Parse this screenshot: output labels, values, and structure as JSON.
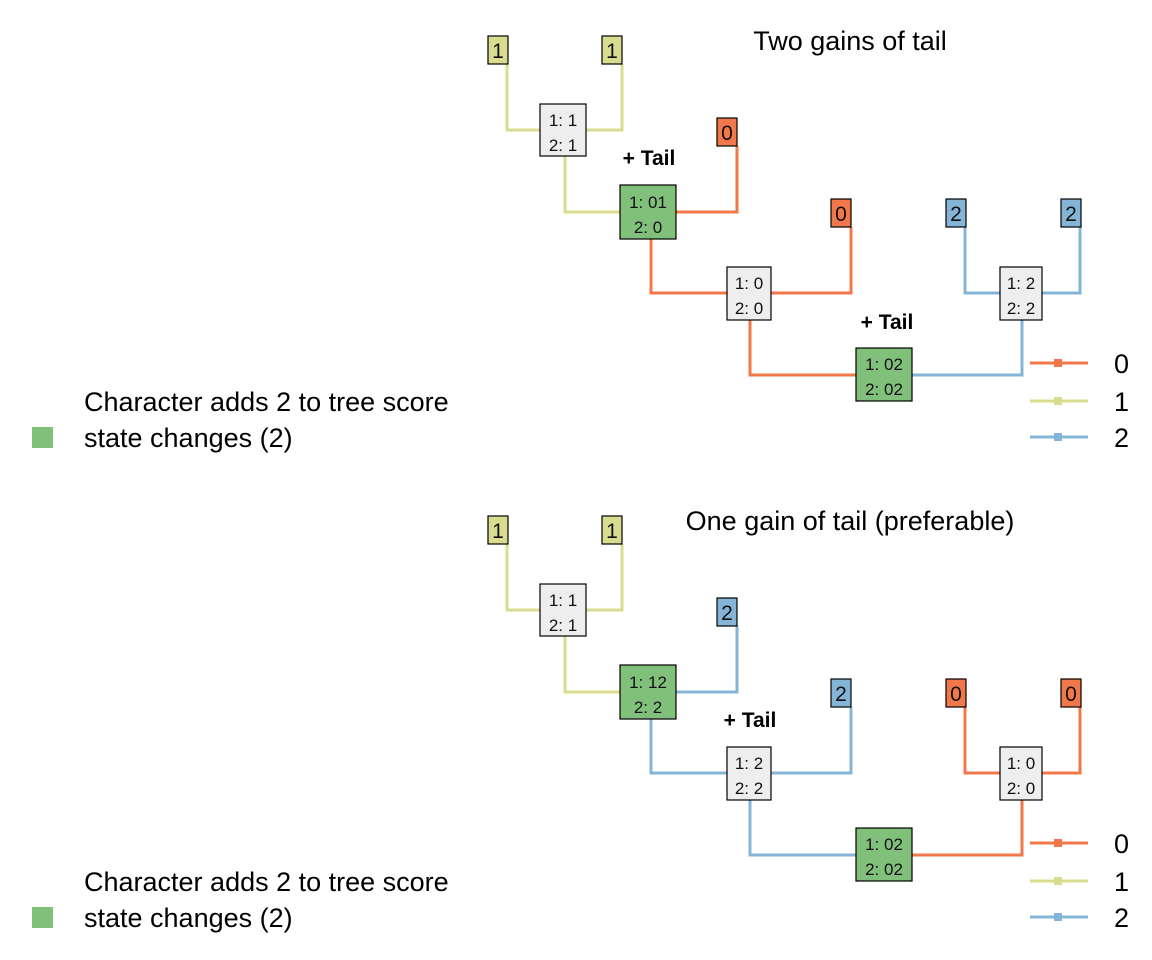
{
  "colors": {
    "state0": "#f0784b",
    "state1": "#d9dc8f",
    "state2": "#84b5d7",
    "highlight": "#80c07a",
    "neutral": "#eeeeee"
  },
  "panels": [
    {
      "title": "Two gains of tail",
      "leaves": [
        {
          "label": "1",
          "state": "1"
        },
        {
          "label": "1",
          "state": "1"
        },
        {
          "label": "0",
          "state": "0"
        },
        {
          "label": "0",
          "state": "0"
        },
        {
          "label": "2",
          "state": "2"
        },
        {
          "label": "2",
          "state": "2"
        }
      ],
      "nodes": [
        {
          "line1": "1: 1",
          "line2": "2: 1",
          "highlight": false
        },
        {
          "line1": "1: 01",
          "line2": "2: 0",
          "highlight": true
        },
        {
          "line1": "1: 0",
          "line2": "2: 0",
          "highlight": false
        },
        {
          "line1": "1: 02",
          "line2": "2: 02",
          "highlight": true
        },
        {
          "line1": "1: 2",
          "line2": "2: 2",
          "highlight": false
        }
      ],
      "annotations": [
        "+ Tail",
        "+ Tail"
      ],
      "score": {
        "line1": "Character adds 2 to tree score",
        "line2": "state changes (2)"
      }
    },
    {
      "title": "One gain of tail (preferable)",
      "leaves": [
        {
          "label": "1",
          "state": "1"
        },
        {
          "label": "1",
          "state": "1"
        },
        {
          "label": "2",
          "state": "2"
        },
        {
          "label": "2",
          "state": "2"
        },
        {
          "label": "0",
          "state": "0"
        },
        {
          "label": "0",
          "state": "0"
        }
      ],
      "nodes": [
        {
          "line1": "1: 1",
          "line2": "2: 1",
          "highlight": false
        },
        {
          "line1": "1: 12",
          "line2": "2: 2",
          "highlight": true
        },
        {
          "line1": "1: 2",
          "line2": "2: 2",
          "highlight": false
        },
        {
          "line1": "1: 02",
          "line2": "2: 02",
          "highlight": true
        },
        {
          "line1": "1: 0",
          "line2": "2: 0",
          "highlight": false
        }
      ],
      "annotations": [
        "+ Tail"
      ],
      "score": {
        "line1": "Character adds 2 to tree score",
        "line2": "state changes (2)"
      }
    }
  ],
  "legend": [
    {
      "label": "0",
      "state": "0"
    },
    {
      "label": "1",
      "state": "1"
    },
    {
      "label": "2",
      "state": "2"
    }
  ]
}
